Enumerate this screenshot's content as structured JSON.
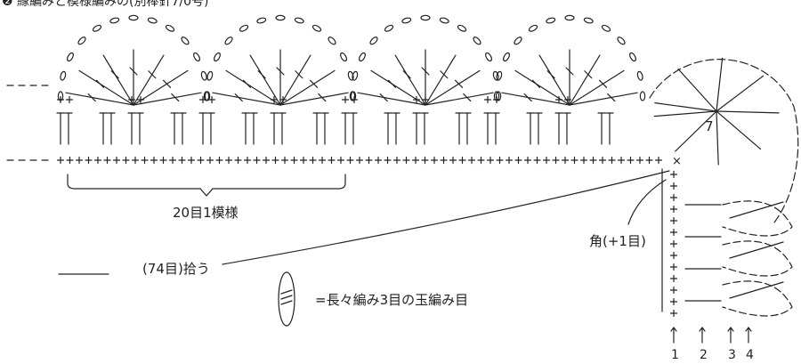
{
  "heading": "❷ 縁編みと模様編みの(別棒針7/0号)",
  "repeat_label": "20目1模様",
  "corner_label": "角(+1目)",
  "pickup_label": "(74目)拾う",
  "legend_label": "=長々編み3目の玉編み目",
  "panel_number": "7",
  "row_numbers": [
    "1",
    "2",
    "3",
    "4"
  ],
  "colors": {
    "ink": "#222222",
    "background": "#ffffff"
  }
}
